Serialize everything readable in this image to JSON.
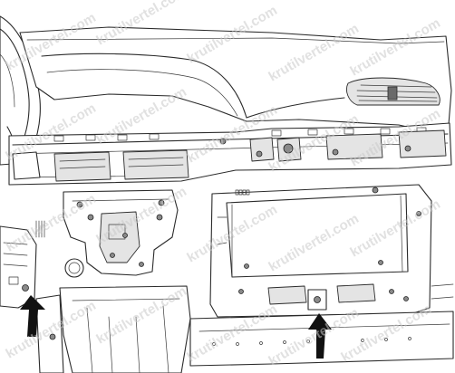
{
  "watermark": {
    "text": "krutilvertel.com"
  },
  "colors": {
    "line": "#2b2b2b",
    "arrow": "#111111",
    "watermark": "#c8c8c8",
    "background": "#ffffff"
  },
  "callouts": [
    {
      "name": "left-fastener-arrow",
      "icon": "arrow-up-icon"
    },
    {
      "name": "center-fastener-arrow",
      "icon": "arrow-up-icon"
    }
  ]
}
